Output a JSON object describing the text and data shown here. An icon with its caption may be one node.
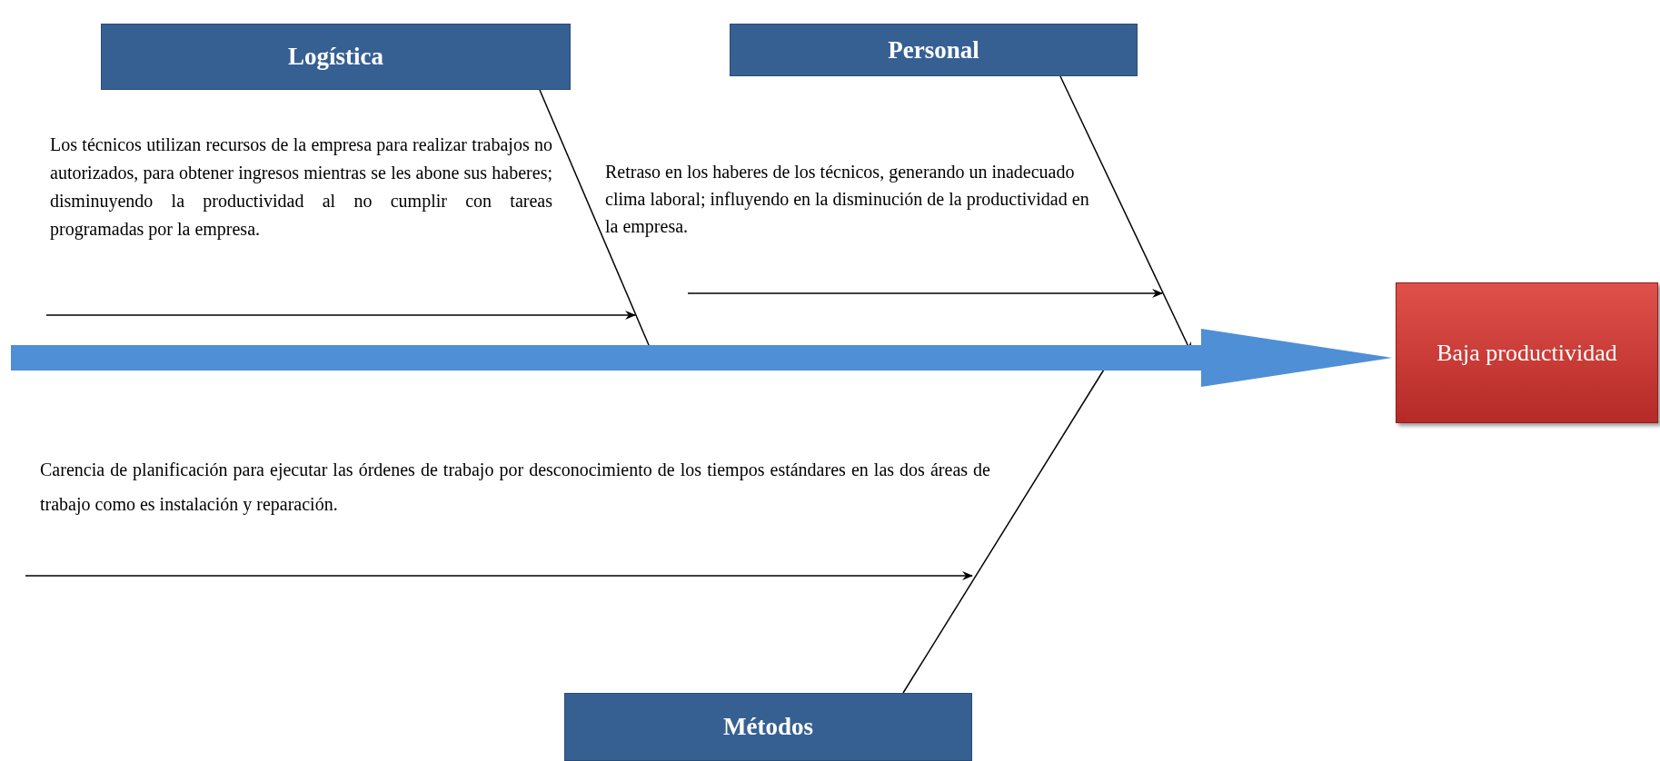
{
  "diagram": {
    "nodes": [
      {
        "text": [
          "Logística"
        ]
      },
      {
        "text": [
          "Personal"
        ]
      },
      {
        "text": [
          "Métodos"
        ]
      },
      {
        "text": [
          "Baja productividad"
        ]
      }
    ],
    "edges": [
      {
        "from": 0,
        "to": null,
        "arrow": "to"
      },
      {
        "from": 1,
        "to": null,
        "arrow": "to"
      },
      {
        "from": 2,
        "to": null,
        "arrow": "to"
      },
      {
        "from": null,
        "to": 3,
        "arrow": "to",
        "style": "thick",
        "color": "#4f8fd6"
      }
    ],
    "labels": [
      "Los técnicos utilizan recursos de la empresa para realizar trabajos no autorizados, para obtener ingresos mientras se les abone sus haberes; disminuyendo la productividad al no cumplir con tareas programadas por la empresa.",
      "Retraso en los haberes de los técnicos, generando un inadecuado clima laboral; influyendo en la disminución de la productividad en la empresa.",
      "Carencia de planificación para ejecutar las órdenes de trabajo por desconocimiento de los tiempos estándares en las dos áreas de trabajo como es instalación y reparación."
    ]
  }
}
